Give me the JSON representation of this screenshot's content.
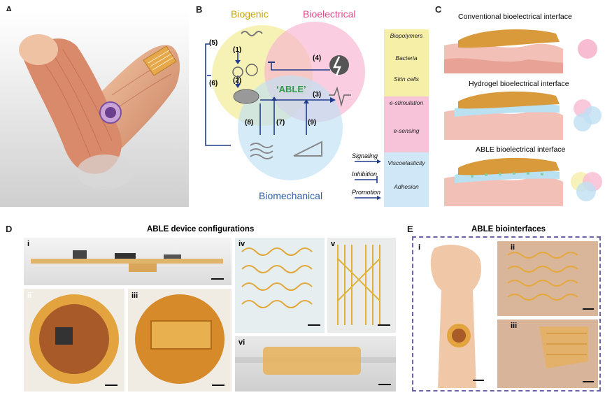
{
  "panels": {
    "A": "A",
    "B": "B",
    "C": "C",
    "D": "D",
    "E": "E"
  },
  "diagram": {
    "circle_labels": {
      "biogenic": "Biogenic",
      "bioelectrical": "Bioelectrical",
      "biomechanical": "Biomechanical"
    },
    "center_label": "‘ABLE’",
    "steps": [
      "(1)",
      "(2)",
      "(3)",
      "(4)",
      "(5)",
      "(6)",
      "(7)",
      "(8)",
      "(9)"
    ],
    "colors": {
      "biogenic": "#f5efa8",
      "bioelectrical": "#f7b3cf",
      "biomechanical": "#bfe0f4",
      "center": "#2e9b47",
      "arrow": "#1f3b8c"
    }
  },
  "legend": {
    "biogenic": [
      "Biopolymers",
      "Bacteria",
      "Skin cells"
    ],
    "bioelectrical": [
      "e-stimulation",
      "e-sensing"
    ],
    "biomechanical": [
      "Viscoelasticity",
      "Adhesion"
    ],
    "arrows": [
      "Signaling",
      "Inhibition",
      "Promotion"
    ]
  },
  "panel_c": {
    "titles": [
      "Conventional bioelectrical interface",
      "Hydrogel bioelectrical interface",
      "ABLE bioelectrical interface"
    ]
  },
  "panel_d": {
    "title": "ABLE device configurations",
    "subpanels": [
      "i",
      "ii",
      "iii",
      "iv",
      "v",
      "vi"
    ]
  },
  "panel_e": {
    "title": "ABLE biointerfaces",
    "subpanels": [
      "i",
      "ii",
      "iii"
    ]
  }
}
